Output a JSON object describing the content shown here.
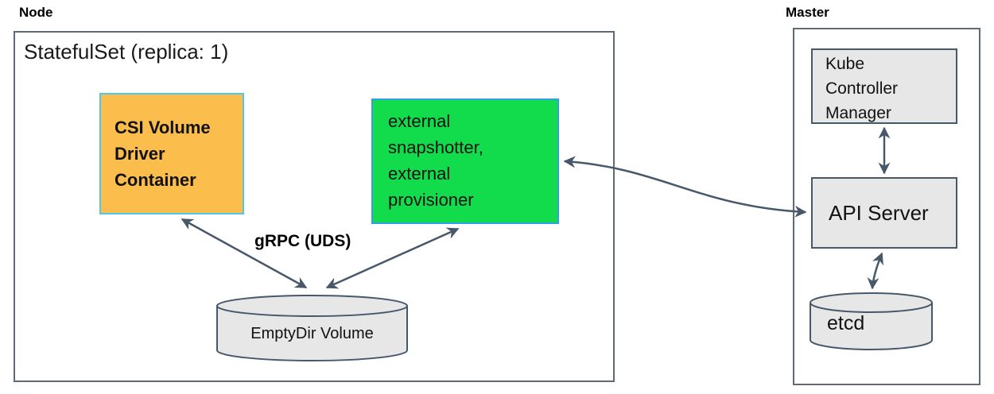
{
  "node_section": {
    "label": "Node",
    "statefulset_title": "StatefulSet (replica: 1)",
    "csi_driver_box": "CSI Volume\nDriver\nContainer",
    "sidecar_box": "external\nsnapshotter,\nexternal\nprovisioner",
    "grpc_label": "gRPC (UDS)",
    "emptydir_label": "EmptyDir Volume"
  },
  "master_section": {
    "label": "Master",
    "kube_controller_manager_box": "Kube\nController\nManager",
    "api_server_box": "API Server",
    "etcd_label": "etcd"
  },
  "colors": {
    "csi_box_fill": "#FBBD4B",
    "csi_box_border": "#4EC8F0",
    "sidecar_box_fill": "#12DC4C",
    "sidecar_box_border": "#2FA0E8",
    "gray_fill": "#E7E7E7",
    "outline_border": "#5E6A77",
    "inner_border": "#47586B",
    "arrow": "#47586B"
  }
}
